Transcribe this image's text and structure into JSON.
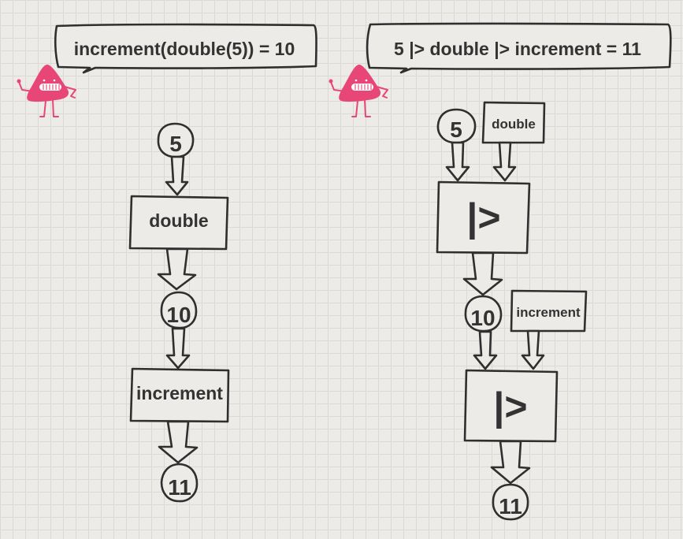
{
  "left_panel": {
    "speech": "increment(double(5)) = 10",
    "input_value": "5",
    "fn1": "double",
    "mid_value": "10",
    "fn2": "increment",
    "result_value": "11"
  },
  "right_panel": {
    "speech": "5 |> double |> increment = 11",
    "input_value": "5",
    "fn1": "double",
    "pipe1": "|>",
    "mid_value": "10",
    "fn2": "increment",
    "pipe2": "|>",
    "result_value": "11"
  },
  "colors": {
    "mascot": "#e84677",
    "ink": "#333333",
    "background": "#ecebe8"
  }
}
